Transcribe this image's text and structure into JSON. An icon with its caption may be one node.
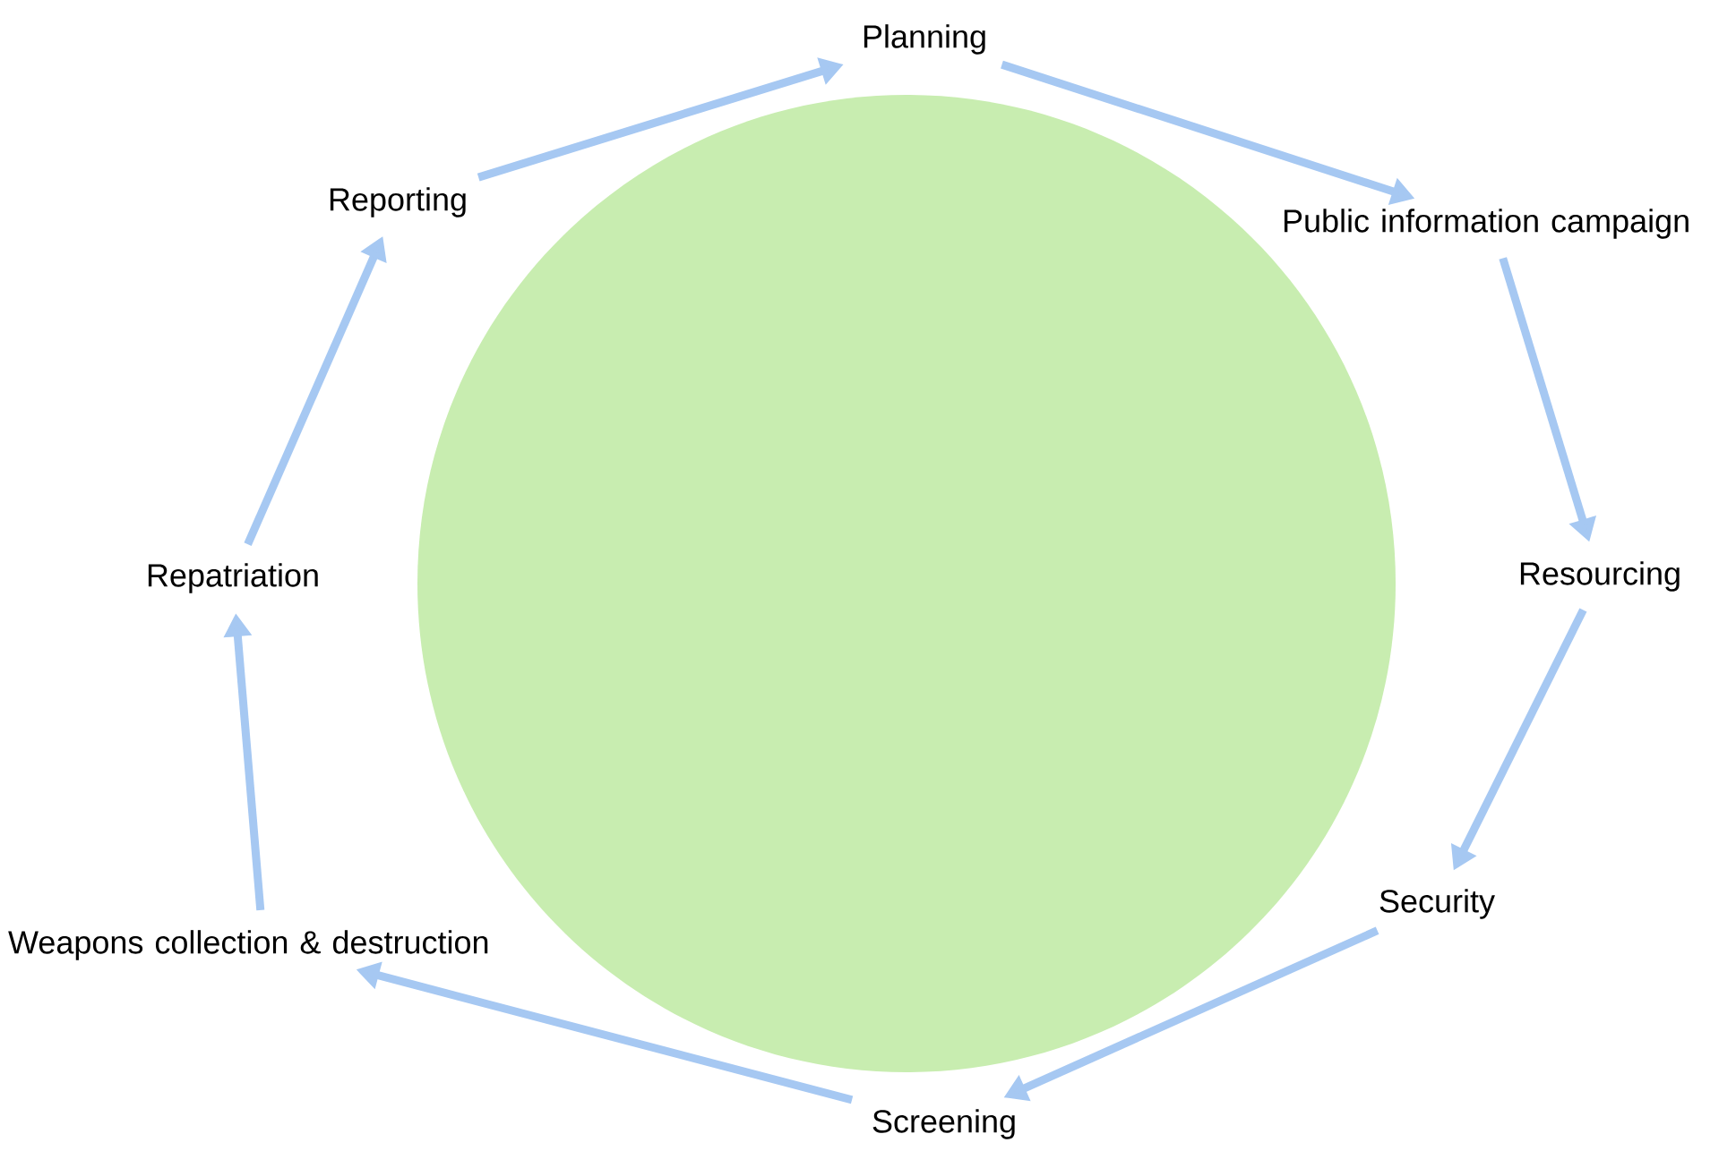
{
  "diagram": {
    "nodes": [
      {
        "text": [],
        "shape": "circle"
      },
      {
        "text": [
          "Planning"
        ]
      },
      {
        "text": [
          "Public information campaign"
        ]
      },
      {
        "text": [
          "Resourcing"
        ]
      },
      {
        "text": [
          "Security"
        ]
      },
      {
        "text": [
          "Screening"
        ]
      },
      {
        "text": [
          "Weapons collection & destruction"
        ]
      },
      {
        "text": [
          "Repatriation"
        ]
      },
      {
        "text": [
          "Reporting"
        ]
      }
    ],
    "edges": [
      {
        "from": 1,
        "to": 2,
        "arrow": "to"
      },
      {
        "from": 2,
        "to": 3,
        "arrow": "to"
      },
      {
        "from": 3,
        "to": 4,
        "arrow": "to"
      },
      {
        "from": 4,
        "to": 5,
        "arrow": "to"
      },
      {
        "from": 5,
        "to": 6,
        "arrow": "to"
      },
      {
        "from": 6,
        "to": 7,
        "arrow": "to"
      },
      {
        "from": 7,
        "to": 8,
        "arrow": "to"
      },
      {
        "from": 8,
        "to": 1,
        "arrow": "to"
      }
    ]
  }
}
